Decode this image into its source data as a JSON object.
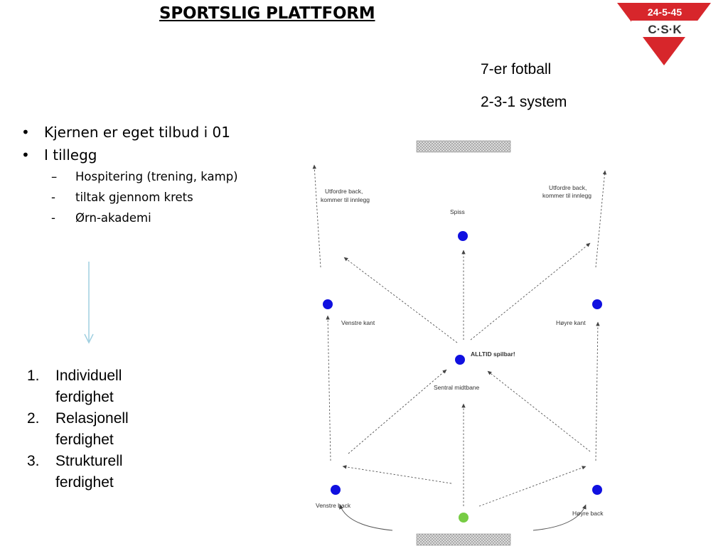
{
  "title": "SPORTSLIG PLATTFORM",
  "logo": {
    "top_text": "24-5-45",
    "bottom_text": "C·S·K",
    "colors": {
      "red": "#d7262b",
      "white": "#ffffff"
    }
  },
  "format_label": "7-er fotball",
  "system_label": "2-3-1 system",
  "bullets": [
    {
      "mark": "•",
      "text": "Kjernen er eget tilbud i 01"
    },
    {
      "mark": "•",
      "text": "I tillegg"
    }
  ],
  "sub_bullets": [
    {
      "mark": "–",
      "text": "Hospitering (trening, kamp)"
    },
    {
      "mark": "-",
      "text": "tiltak gjennom krets"
    },
    {
      "mark": "-",
      "text": "Ørn-akademi"
    }
  ],
  "numbered": [
    {
      "num": "1.",
      "text": "Individuell ferdighet"
    },
    {
      "num": "2.",
      "text": "Relasjonell ferdighet"
    },
    {
      "num": "3.",
      "text": "Strukturell ferdighet"
    }
  ],
  "diagram": {
    "colors": {
      "player": "#1010e0",
      "keeper": "#77cc44",
      "arrow": "#555555",
      "goal": "#bbbbbb"
    },
    "labels": {
      "left_note_1": "Utfordre back,",
      "left_note_2": "kommer til innlegg",
      "right_note_1": "Utfordre back,",
      "right_note_2": "kommer til innlegg",
      "striker": "Spiss",
      "left_wing": "Venstre kant",
      "right_wing": "Høyre kant",
      "always_available": "ALLTID spilbar!",
      "central_mid": "Sentral midtbane",
      "left_back": "Venstre back",
      "right_back": "Høyre back"
    }
  }
}
